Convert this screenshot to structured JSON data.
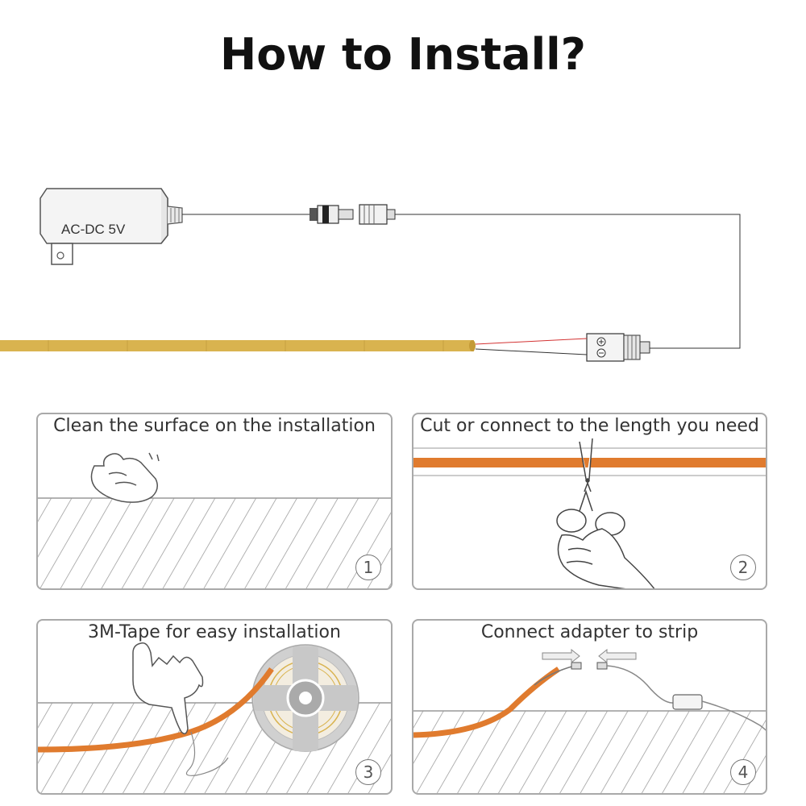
{
  "title": "How to Install?",
  "adapter_label": "AC-DC  5V",
  "colors": {
    "strip_cob": "#d9b34f",
    "strip_orange": "#e07b2e",
    "wire": "#333333",
    "red_wire": "#d33333",
    "border": "#a9a9a9"
  },
  "icons": [
    "power-adapter-icon",
    "dc-connector-icon",
    "terminal-block-icon",
    "hand-icon",
    "scissors-icon",
    "tape-reel-icon"
  ],
  "steps": [
    {
      "label": "Clean the surface on the installation",
      "number": "1"
    },
    {
      "label": "Cut or connect to the length you need",
      "number": "2"
    },
    {
      "label": "3M-Tape for easy installation",
      "number": "3"
    },
    {
      "label": "Connect adapter to strip",
      "number": "4"
    }
  ]
}
